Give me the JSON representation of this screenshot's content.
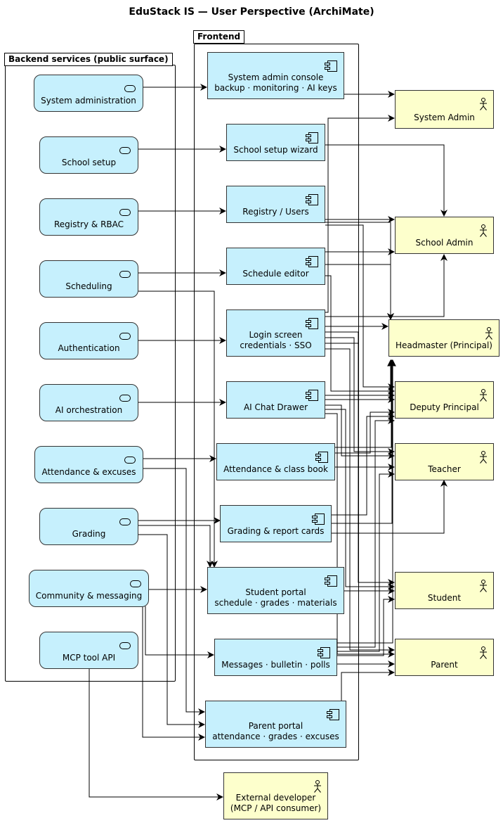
{
  "title": "EduStack IS — User Perspective (ArchiMate)",
  "packages": {
    "backend": "Backend services (public surface)",
    "frontend": "Frontend"
  },
  "services": {
    "sysadmin": "System administration",
    "schoolsetup": "School setup",
    "registry": "Registry & RBAC",
    "scheduling": "Scheduling",
    "auth": "Authentication",
    "ai": "AI orchestration",
    "attendance": "Attendance & excuses",
    "grading": "Grading",
    "community": "Community & messaging",
    "mcp": "MCP tool API"
  },
  "components": {
    "console": [
      "System admin console",
      "backup · monitoring · AI keys"
    ],
    "wizard": [
      "School setup wizard"
    ],
    "registry": [
      "Registry / Users"
    ],
    "schedule": [
      "Schedule editor"
    ],
    "login": [
      "Login screen",
      "credentials · SSO"
    ],
    "chat": [
      "AI Chat Drawer"
    ],
    "classbook": [
      "Attendance & class book"
    ],
    "reportcards": [
      "Grading & report cards"
    ],
    "studentportal": [
      "Student portal",
      "schedule · grades · materials"
    ],
    "messages": [
      "Messages · bulletin · polls"
    ],
    "parentportal": [
      "Parent portal",
      "attendance · grades · excuses"
    ]
  },
  "actors": {
    "sysadmin": [
      "System Admin"
    ],
    "schooladmin": [
      "School Admin"
    ],
    "headmaster": [
      "Headmaster (Principal)"
    ],
    "deputy": [
      "Deputy Principal"
    ],
    "teacher": [
      "Teacher"
    ],
    "student": [
      "Student"
    ],
    "parent": [
      "Parent"
    ],
    "developer": [
      "External developer",
      "(MCP / API consumer)"
    ]
  },
  "icons": {
    "service": "service-icon",
    "component": "component-icon",
    "actor": "actor-icon"
  },
  "colors": {
    "service_fill": "#c6f0fd",
    "component_fill": "#c6f0fd",
    "actor_fill": "#fdffcc",
    "line": "#000000"
  }
}
